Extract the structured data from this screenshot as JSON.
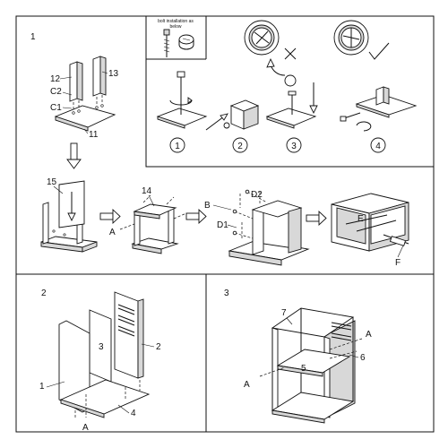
{
  "steps": {
    "step1": "1",
    "step2": "2",
    "step3": "3"
  },
  "bolt_note": {
    "line1": "bolt installation as",
    "line2": "below"
  },
  "substeps": [
    "1",
    "2",
    "3",
    "4"
  ],
  "callouts": {
    "p12": "12",
    "p13": "13",
    "c2": "C2",
    "c1": "C1",
    "p11": "11",
    "p15": "15",
    "p14": "14",
    "a_mid": "A",
    "b_mid": "B",
    "d2": "D2",
    "d1": "D1",
    "e": "E",
    "f": "F",
    "s2_1": "1",
    "s2_2": "2",
    "s2_3": "3",
    "s2_4": "4",
    "s2_a": "A",
    "s3_7": "7",
    "s3_5": "5",
    "s3_6": "6",
    "s3_a_right": "A",
    "s3_a_left": "A"
  }
}
